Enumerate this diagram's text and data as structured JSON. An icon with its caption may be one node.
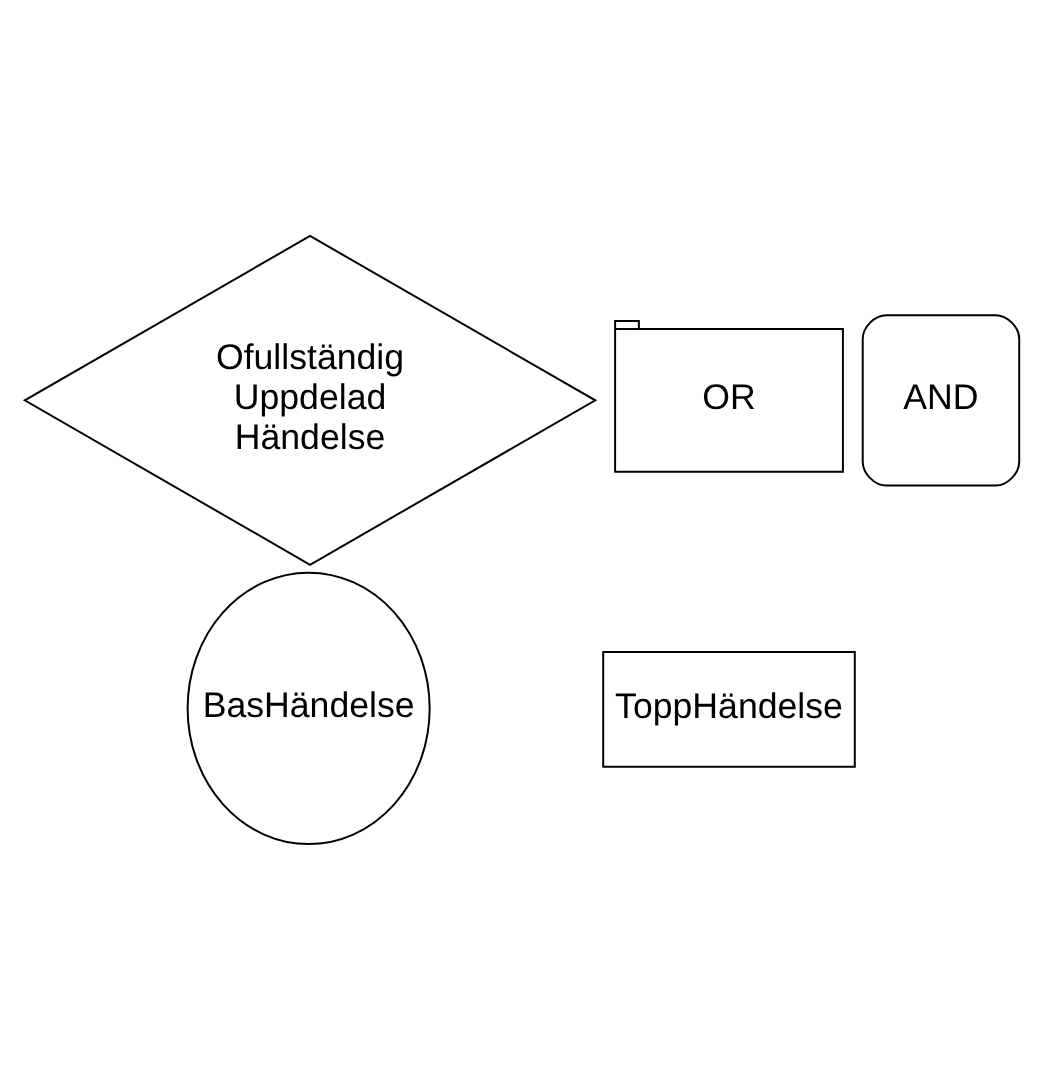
{
  "diagram": {
    "nodes": [
      {
        "text": [
          "AND"
        ]
      },
      {
        "text": [
          "OR"
        ]
      },
      {
        "text": [
          "ToppHändelse"
        ]
      },
      {
        "text": [
          "BasHändelse"
        ]
      },
      {
        "text": [
          "Ofullständig Uppdelad Händelse"
        ]
      }
    ]
  }
}
